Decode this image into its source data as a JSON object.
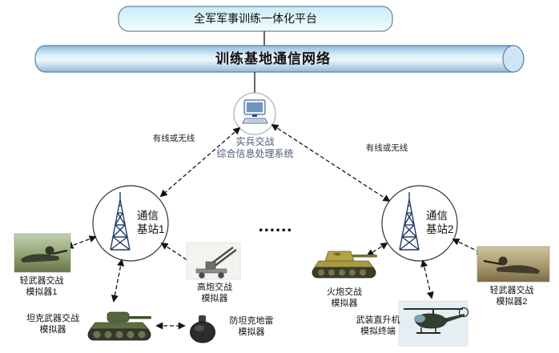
{
  "colors": {
    "page-bg": "#ffffff",
    "line": "#141414",
    "tower-blue": "#223a66",
    "cylinder-blue": "#aecfe8",
    "box-cyan": "#c9ecf8",
    "processor-text": "#4a5a78"
  },
  "platform": {
    "title": "全军军事训练一体化平台"
  },
  "network": {
    "title": "训练基地通信网络"
  },
  "processor": {
    "label": "实兵交战\n综合信息处理系统"
  },
  "links": {
    "left_label": "有线或无线",
    "right_label": "有线或无线"
  },
  "stations": {
    "left_label": "通信\n基站1",
    "right_label": "通信\n基站2",
    "ellipsis": "......"
  },
  "simulators": {
    "light_weapon_1": "轻武器交战\n模拟器1",
    "aa_gun": "高炮交战\n模拟器",
    "tank_weapon": "坦克武器交战\n模拟器",
    "at_mine": "防坦克地雷\n模拟器",
    "artillery": "火炮交战\n模拟器",
    "helicopter": "武装直升机\n模拟终端",
    "light_weapon_2": "轻武器交战\n模拟器2"
  }
}
